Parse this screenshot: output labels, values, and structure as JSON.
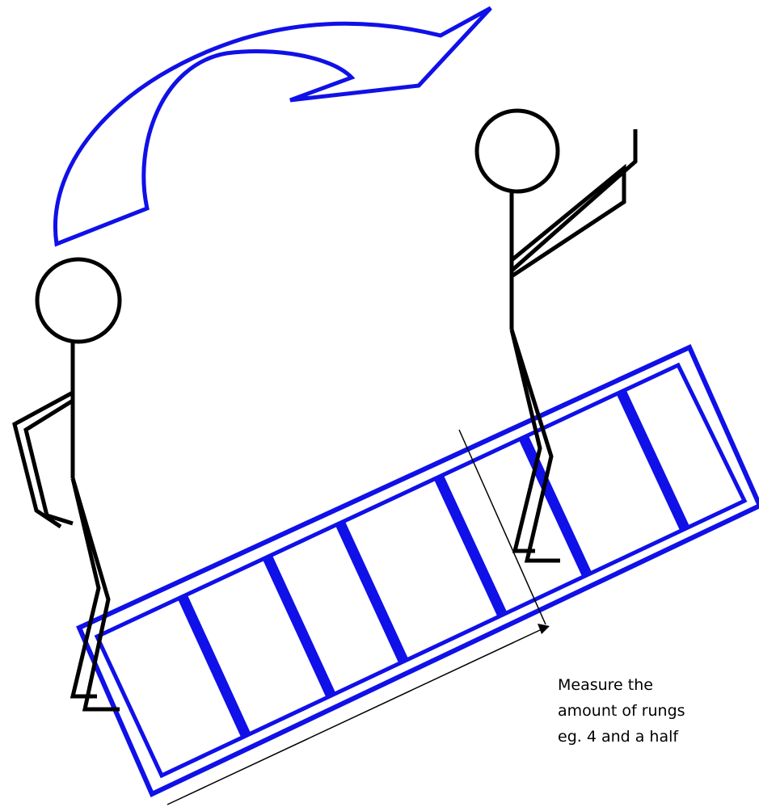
{
  "caption": {
    "lines": [
      "Measure the",
      "amount of rungs",
      "eg. 4  and a half"
    ]
  },
  "colors": {
    "ladder": "#1010e8",
    "arrow": "#1010e8",
    "figure": "#000000",
    "measure_line": "#000000",
    "background": "#ffffff"
  },
  "icons": {
    "motion_arrow": "curved-arrow-icon",
    "person": "stick-figure-icon"
  },
  "diagram": {
    "rung_count": 6
  }
}
